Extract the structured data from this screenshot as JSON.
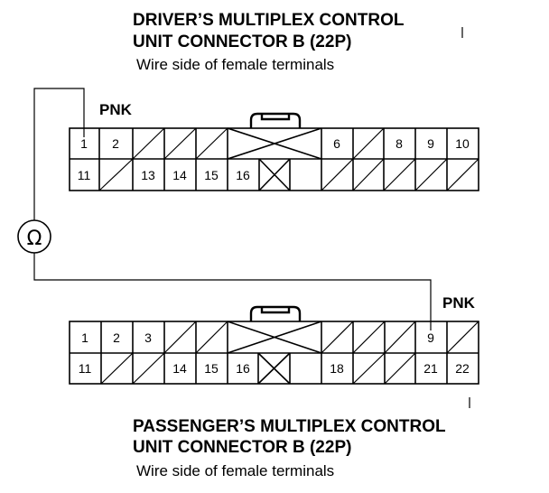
{
  "driver_connector": {
    "title_line1": "DRIVER’S MULTIPLEX CONTROL",
    "title_line2": "UNIT CONNECTOR B (22P)",
    "subtitle": "Wire side of female terminals",
    "wire_color": "PNK",
    "top_row": [
      "1",
      "2",
      "",
      "",
      "",
      "",
      "",
      "",
      "6",
      "",
      "8",
      "9",
      "10"
    ],
    "bottom_row": [
      "11",
      "",
      "13",
      "14",
      "15",
      "16",
      "",
      "",
      "",
      "",
      "",
      "",
      ""
    ]
  },
  "passenger_connector": {
    "title_line1": "PASSENGER’S MULTIPLEX CONTROL",
    "title_line2": "UNIT CONNECTOR B (22P)",
    "subtitle": "Wire side of female terminals",
    "wire_color": "PNK",
    "top_row": [
      "1",
      "2",
      "3",
      "",
      "",
      "",
      "",
      "",
      "",
      "",
      "",
      "9",
      ""
    ],
    "bottom_row": [
      "11",
      "",
      "",
      "14",
      "15",
      "16",
      "",
      "18",
      "",
      "",
      "",
      "21",
      "22"
    ]
  },
  "meter_symbol": "Ω"
}
